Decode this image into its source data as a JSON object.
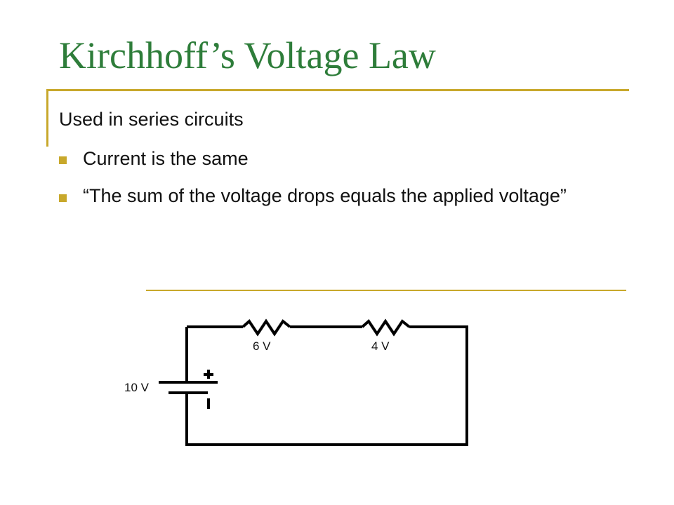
{
  "slide": {
    "title": "Kirchhoff’s Voltage Law",
    "subtitle": "Used in series circuits",
    "bullets": [
      "Current is the same",
      "“The sum of the voltage drops equals the applied voltage”"
    ]
  },
  "circuit": {
    "battery_label": "10 V",
    "resistor1_label": "6 V",
    "resistor2_label": "4 V",
    "plus_symbol": "+",
    "minus_symbol": "−"
  },
  "colors": {
    "title": "#2e7d3a",
    "accent": "#c8a82b"
  }
}
